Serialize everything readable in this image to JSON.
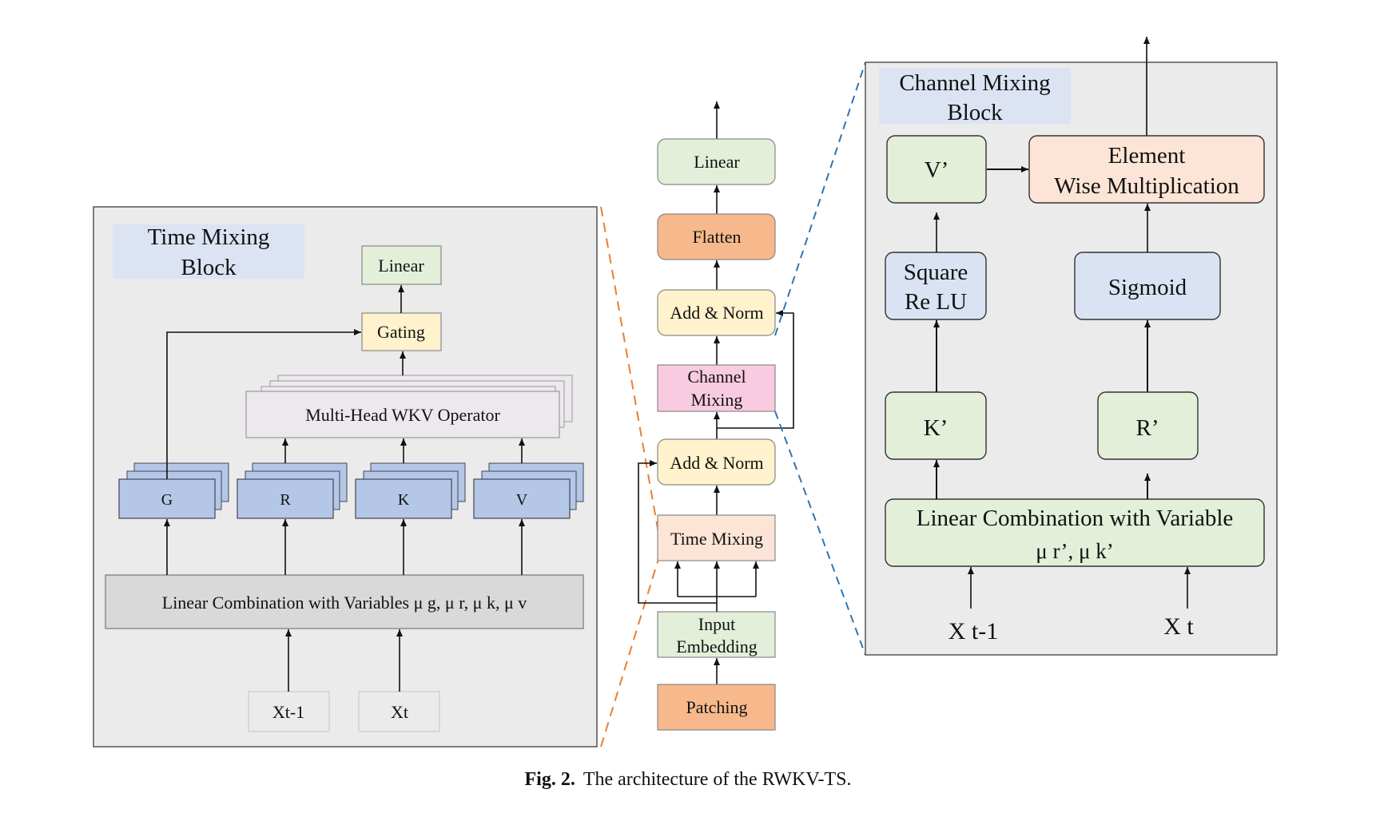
{
  "colors": {
    "panel_fill": "#ebebeb",
    "title_fill": "#dce3f2",
    "green": "#e3efd9",
    "yellow": "#fff2cc",
    "orange": "#f7b98b",
    "pink": "#f9cbe0",
    "salmon": "#fce4d6",
    "blue_block": "#b4c7e7",
    "lavender_block": "#dae3f3",
    "wkv": "#ede7ee",
    "linear_comb": "#d9d9d9",
    "orange_dash": "#ed7d31",
    "blue_dash": "#2e75b6"
  },
  "time_mixing": {
    "title_line1": "Time Mixing",
    "title_line2": "Block",
    "linear": "Linear",
    "gating": "Gating",
    "wkv": "Multi-Head WKV Operator",
    "g": "G",
    "r": "R",
    "k": "K",
    "v": "V",
    "linear_comb": "Linear Combination with Variables  μ g,  μ r, μ k,  μ v",
    "xt1": "Xt-1",
    "xt": "Xt"
  },
  "main_stack": {
    "linear": "Linear",
    "flatten": "Flatten",
    "add_norm_top": "Add & Norm",
    "channel_mixing_1": "Channel",
    "channel_mixing_2": "Mixing",
    "add_norm_bottom": "Add & Norm",
    "time_mixing": "Time Mixing",
    "input_embedding_1": "Input",
    "input_embedding_2": "Embedding",
    "patching": "Patching"
  },
  "channel_mixing": {
    "title_line1": "Channel Mixing",
    "title_line2": "Block",
    "v_prime": "V’",
    "element_wise_1": "Element",
    "element_wise_2": "Wise Multiplication",
    "square_relu_1": "Square",
    "square_relu_2": "Re LU",
    "sigmoid": "Sigmoid",
    "k_prime": "K’",
    "r_prime": "R’",
    "linear_comb_1": "Linear Combination with Variable",
    "linear_comb_2": "μ r’,  μ k’",
    "xt1": "X t-1",
    "xt": "X t"
  },
  "caption": {
    "label": "Fig. 2.",
    "text": "The architecture of the RWKV-TS."
  }
}
